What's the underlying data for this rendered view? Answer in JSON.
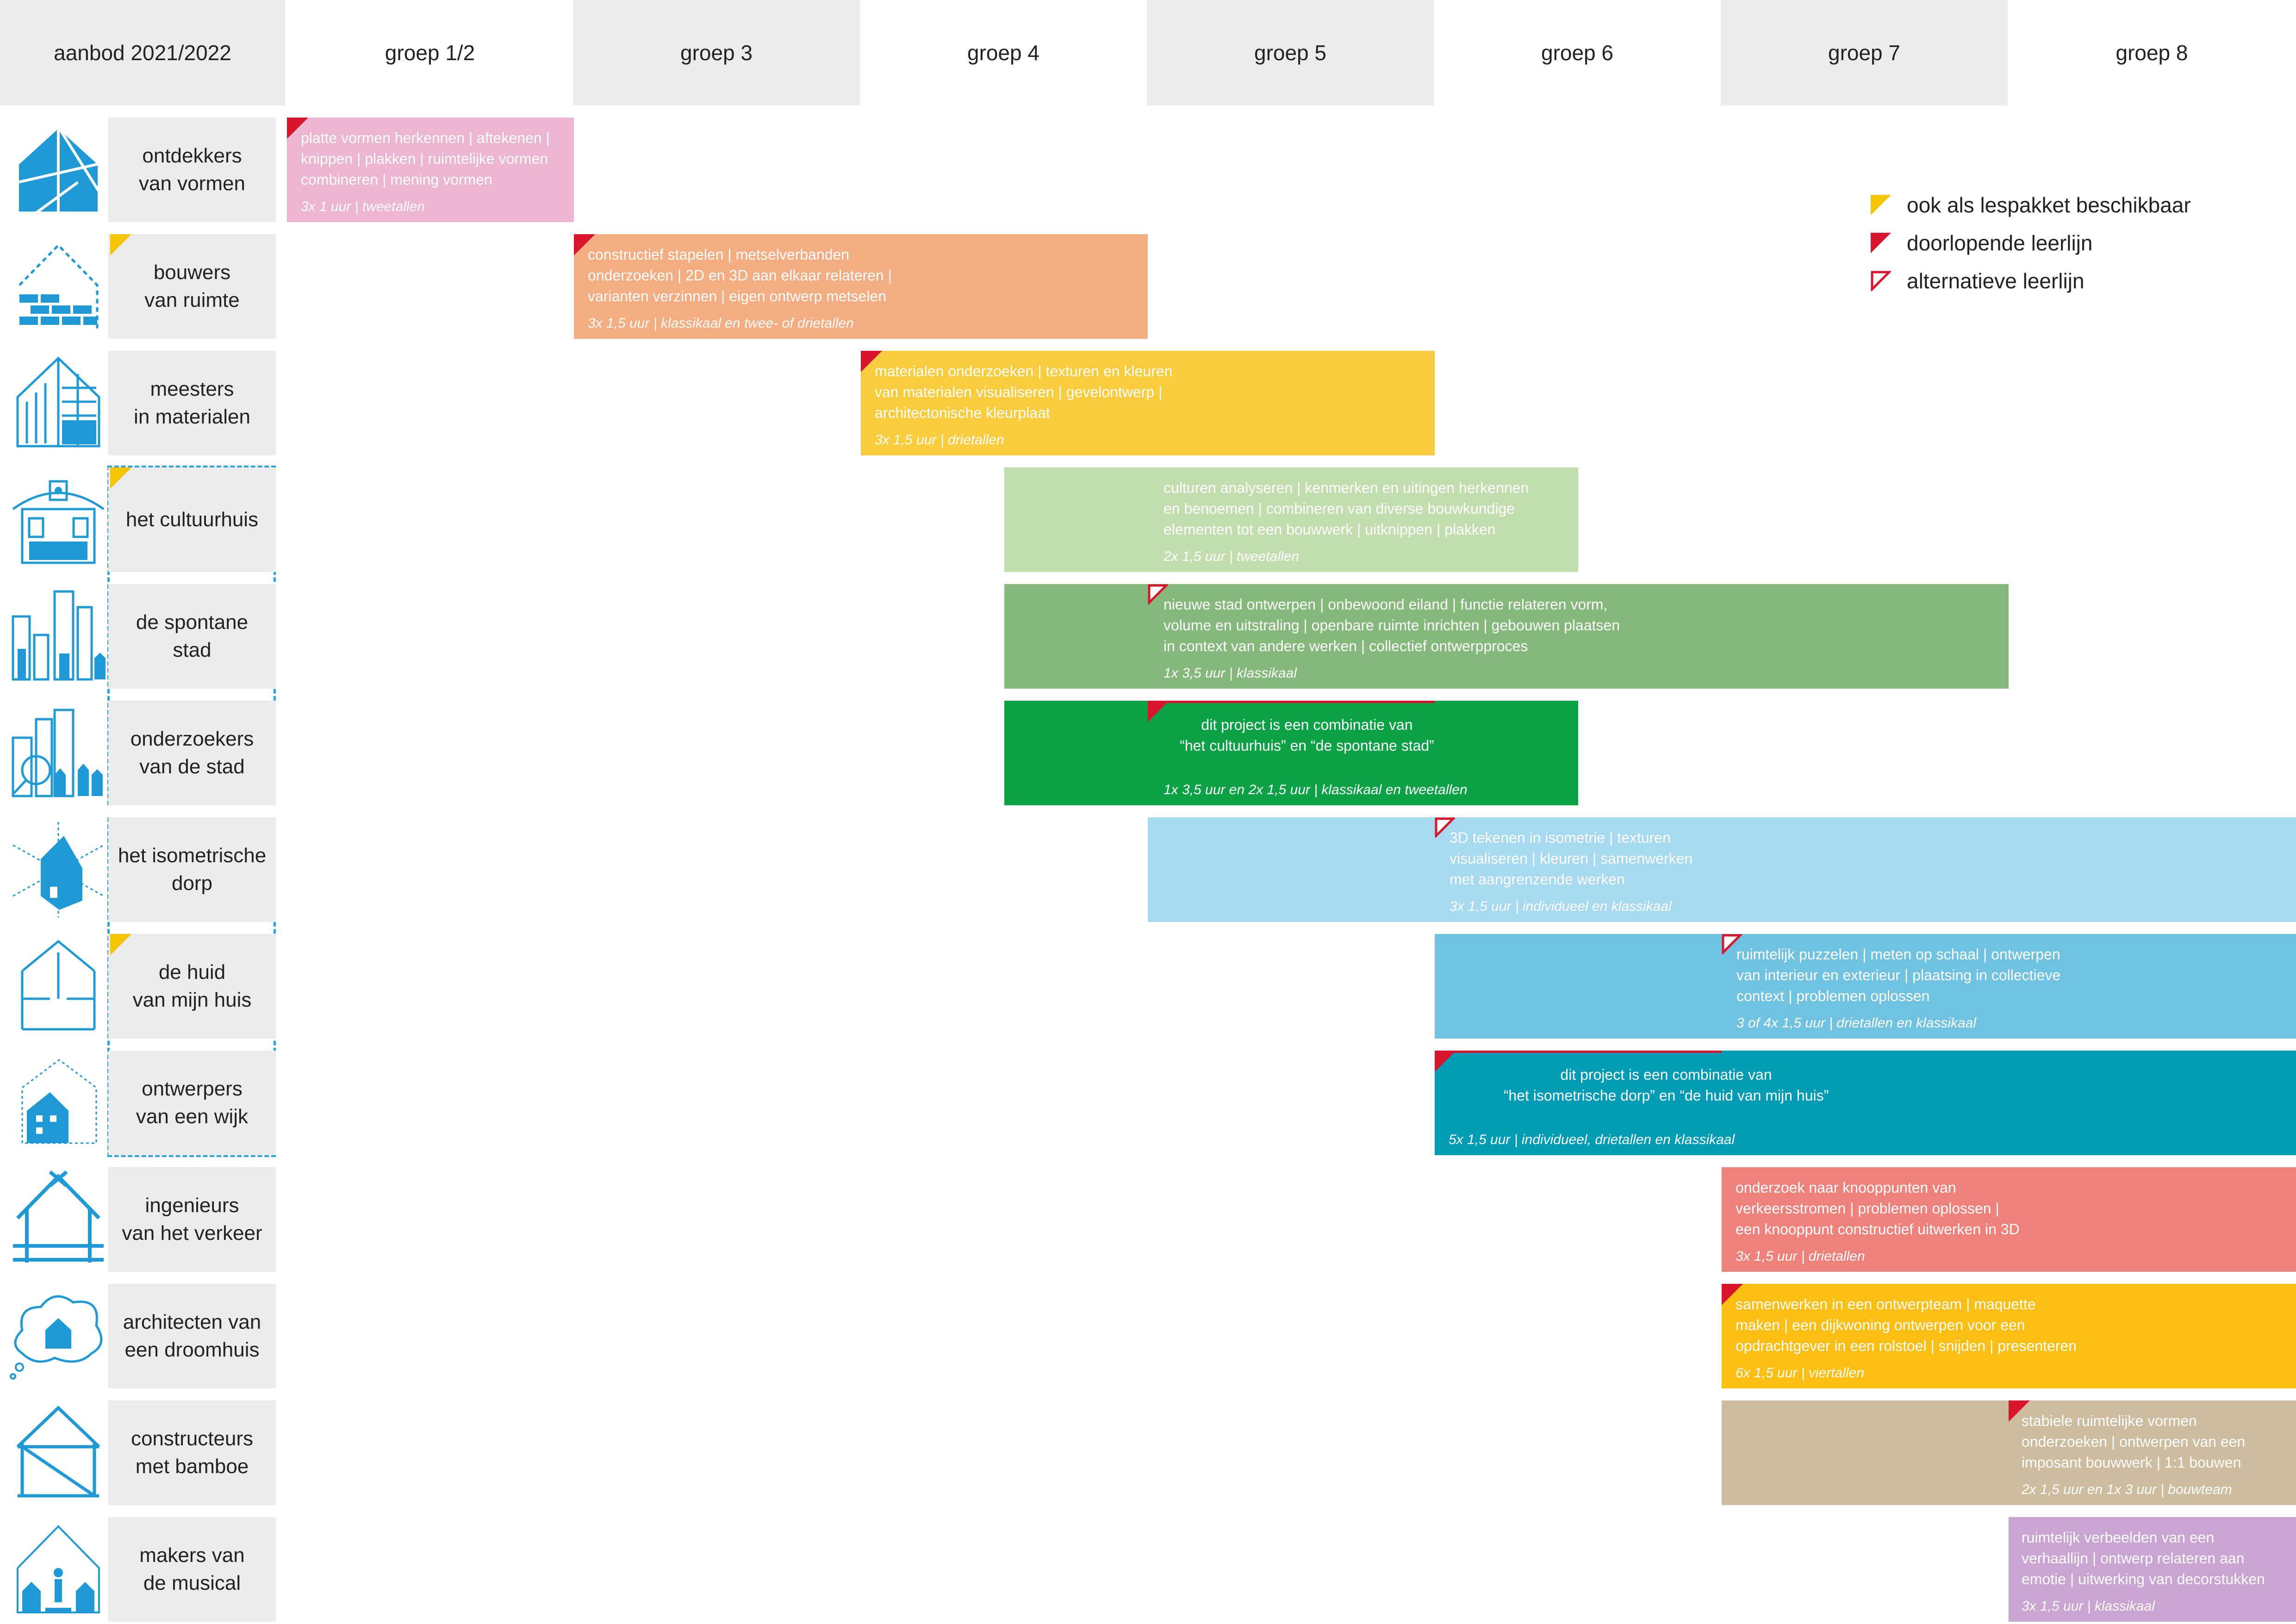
{
  "header": {
    "corner": "aanbod 2021/2022",
    "groups": [
      "groep 1/2",
      "groep 3",
      "groep 4",
      "groep 5",
      "groep 6",
      "groep 7",
      "groep 8"
    ]
  },
  "legend": {
    "package": "ook als lespakket beschikbaar",
    "continuous": "doorlopende leerlijn",
    "alternative": "alternatieve leerlijn"
  },
  "colors": {
    "package_marker": "#f6c400",
    "continuous_marker": "#d9152b",
    "dashed_group": "#29a3dc",
    "icon_blue": "#1f9ad6"
  },
  "rows": [
    {
      "label": "ontdekkers\nvan vormen",
      "icon": "house-shapes-icon",
      "bar": {
        "text": "platte vormen herkennen | aftekenen |\nknippen | plakken | ruimtelijke vormen\ncombineren | mening vormen",
        "meta": "3x 1 uur | tweetallen",
        "color": "#edb6d0",
        "marker": "continuous"
      }
    },
    {
      "label": "bouwers\nvan ruimte",
      "icon": "brick-house-icon",
      "package": true,
      "bar": {
        "text": "constructief stapelen | metselverbanden\nonderzoeken | 2D en 3D aan elkaar relateren |\nvarianten verzinnen | eigen ontwerp metselen",
        "meta": "3x 1,5 uur | klassikaal en twee- of drietallen",
        "color": "#f3ad80",
        "marker": "continuous"
      }
    },
    {
      "label": "meesters\nin materialen",
      "icon": "materials-house-icon",
      "bar": {
        "text": "materialen onderzoeken | texturen en kleuren\nvan materialen visualiseren | gevelontwerp |\narchitectonische kleurplaat",
        "meta": "3x 1,5 uur | drietallen",
        "color": "#f8cc3c",
        "marker": "continuous"
      }
    },
    {
      "label": "het cultuurhuis",
      "icon": "culture-house-icon",
      "package": true,
      "bar": {
        "text": "culturen analyseren | kenmerken en uitingen herkennen\nen benoemen | combineren van diverse bouwkundige\nelementen tot een bouwwerk | uitknippen | plakken",
        "meta": "2x 1,5 uur | tweetallen",
        "color": "#c3deae",
        "marker": "none"
      }
    },
    {
      "label": "de spontane\nstad",
      "icon": "city-skyline-icon",
      "bar": {
        "text": "nieuwe stad ontwerpen | onbewoond eiland | functie relateren vorm,\nvolume en uitstraling | openbare ruimte inrichten | gebouwen plaatsen\nin context van andere werken | collectief ontwerpproces",
        "meta": "1x 3,5 uur | klassikaal",
        "color": "#84b97b",
        "marker": "alternative"
      }
    },
    {
      "label": "onderzoekers\nvan de stad",
      "icon": "city-magnifier-icon",
      "bar": {
        "text": "dit project is een combinatie van\n“het cultuurhuis” en “de spontane stad”",
        "meta": "1x 3,5 uur en 2x 1,5 uur | klassikaal en tweetallen",
        "color": "#0ba145",
        "marker": "continuous",
        "center": true
      }
    },
    {
      "label": "het isometrische\ndorp",
      "icon": "isometric-house-icon",
      "bar": {
        "text": "3D tekenen in isometrie | texturen\nvisualiseren | kleuren | samenwerken\nmet aangrenzende werken",
        "meta": "3x 1,5 uur | individueel en klassikaal",
        "color": "#a7d9f1",
        "marker": "alternative"
      }
    },
    {
      "label": "de huid\nvan mijn huis",
      "icon": "house-plan-icon",
      "package": true,
      "bar": {
        "text": "ruimtelijk puzzelen | meten op schaal | ontwerpen\nvan interieur en exterieur | plaatsing in collectieve\ncontext | problemen oplossen",
        "meta": "3 of 4x 1,5 uur | drietallen en klassikaal",
        "color": "#6fc3e1",
        "marker": "alternative"
      }
    },
    {
      "label": "ontwerpers\nvan een wijk",
      "icon": "neighbourhood-icon",
      "bar": {
        "text": "dit project is een combinatie van\n“het isometrische dorp” en “de huid van mijn huis”",
        "meta": "5x 1,5 uur | individueel, drietallen en klassikaal",
        "color": "#009cb6",
        "marker": "continuous",
        "center": true
      }
    },
    {
      "label": "ingenieurs\nvan het verkeer",
      "icon": "bridge-house-icon",
      "bar": {
        "text": "onderzoek naar knooppunten van\nverkeersstromen | problemen oplossen |\neen knooppunt constructief uitwerken in 3D",
        "meta": "3x 1,5 uur | drietallen",
        "color": "#ee827b",
        "marker": "none"
      }
    },
    {
      "label": "architecten van\neen droomhuis",
      "icon": "dream-house-icon",
      "bar": {
        "text": "samenwerken in een ontwerpteam | maquette\nmaken | een dijkwoning ontwerpen voor een\nopdrachtgever in een rolstoel | snijden | presenteren",
        "meta": "6x 1,5 uur | viertallen",
        "color": "#fbbe12",
        "marker": "continuous"
      }
    },
    {
      "label": "constructeurs\nmet bamboe",
      "icon": "bamboe-house-icon",
      "bar": {
        "text": "stabiele ruimtelijke vormen\nonderzoeken | ontwerpen van een\nimposant bouwwerk | 1:1 bouwen",
        "meta": "2x 1,5 uur en 1x 3 uur | bouwteam",
        "color": "#cdbc9e",
        "marker": "continuous"
      }
    },
    {
      "label": "makers van\nde musical",
      "icon": "musical-stage-icon",
      "bar": {
        "text": "ruimtelijk verbeelden van een\nverhaallijn | ontwerp relateren aan\nemotie | uitwerking van decorstukken",
        "meta": "3x 1,5 uur | klassikaal",
        "color": "#caa5d2",
        "marker": "none"
      }
    }
  ]
}
